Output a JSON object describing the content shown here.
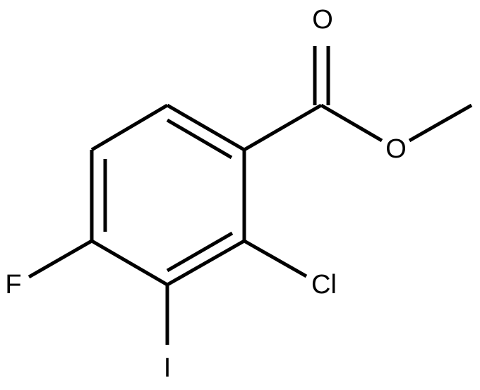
{
  "molecule": {
    "atoms": {
      "oxygen_carbonyl": "O",
      "oxygen_ester": "O",
      "chlorine": "Cl",
      "fluorine": "F",
      "iodine": "I"
    }
  }
}
